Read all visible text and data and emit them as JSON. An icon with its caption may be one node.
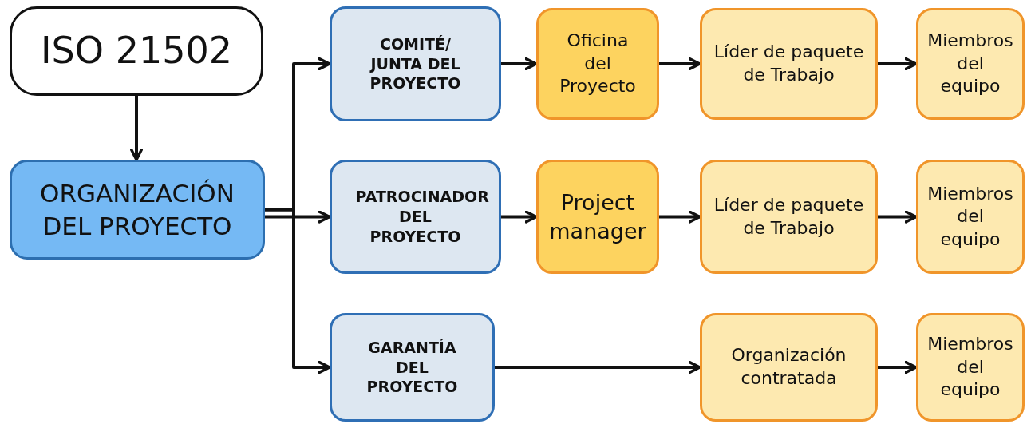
{
  "diagram": {
    "nodes": [
      {
        "text": [
          "ISO 21502"
        ]
      },
      {
        "text": [
          "ORGANIZACIÓN DEL PROYECTO"
        ]
      },
      {
        "text": [
          "COMITÉ/ JUNTA DEL PROYECTO"
        ]
      },
      {
        "text": [
          "Oficina del Proyecto"
        ]
      },
      {
        "text": [
          "Líder de paquete de Trabajo"
        ]
      },
      {
        "text": [
          "Miembros del equipo"
        ]
      },
      {
        "text": [
          "PATROCINADOR DEL PROYECTO"
        ]
      },
      {
        "text": [
          "Project manager"
        ]
      },
      {
        "text": [
          "Líder de paquete de Trabajo"
        ]
      },
      {
        "text": [
          "Miembros del equipo"
        ]
      },
      {
        "text": [
          "GARANTÍA DEL PROYECTO"
        ]
      },
      {
        "text": [
          "Organización contratada"
        ]
      },
      {
        "text": [
          "Miembros del equipo"
        ]
      }
    ],
    "edges": [
      {
        "from": 0,
        "to": 1,
        "arrow": "to"
      },
      {
        "from": 1,
        "to": 2,
        "arrow": "to"
      },
      {
        "from": 1,
        "to": 6,
        "arrow": "to"
      },
      {
        "from": 1,
        "to": 10,
        "arrow": "to"
      },
      {
        "from": 2,
        "to": 3,
        "arrow": "to"
      },
      {
        "from": 3,
        "to": 4,
        "arrow": "to"
      },
      {
        "from": 4,
        "to": 5,
        "arrow": "to"
      },
      {
        "from": 6,
        "to": 7,
        "arrow": "to"
      },
      {
        "from": 7,
        "to": 8,
        "arrow": "to"
      },
      {
        "from": 8,
        "to": 9,
        "arrow": "to"
      },
      {
        "from": 10,
        "to": 11,
        "arrow": "to"
      },
      {
        "from": 11,
        "to": 12,
        "arrow": "to"
      }
    ]
  }
}
